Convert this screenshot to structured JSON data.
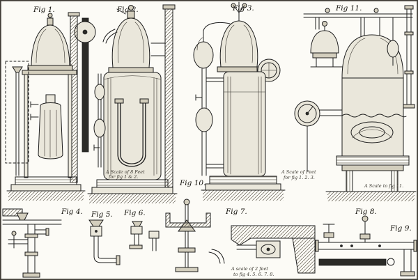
{
  "plate": {
    "background": "#fcfbf6",
    "ink": "#1c1c1c"
  },
  "labels": {
    "fig1": "Fig 1.",
    "fig2": "Fig 2.",
    "fig3": "Fig 3.",
    "fig11": "Fig 11.",
    "fig10": "Fig 10.",
    "fig4": "Fig 4.",
    "fig5": "Fig 5.",
    "fig6": "Fig 6.",
    "fig7": "Fig 7.",
    "fig8": "Fig 8.",
    "fig9": "Fig 9."
  },
  "captions": {
    "fig2_scale_1": "A Scale of 8 Feet",
    "fig2_scale_2": "for fig 1 & 2.",
    "fig3_scale_1": "A Scale of Feet",
    "fig3_scale_2": "for fig 1. 2. 3.",
    "fig11_scale": "A Scale to fig 11.",
    "bottom_scale_1": "A scale of 2 feet",
    "bottom_scale_2": "to fig 4. 5. 6. 7. 8."
  }
}
